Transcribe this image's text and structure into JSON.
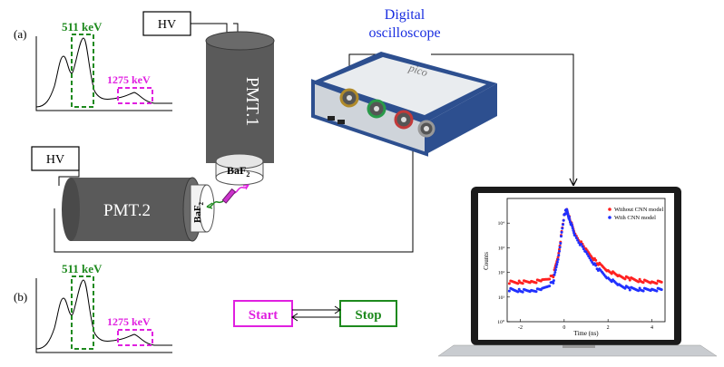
{
  "panels": {
    "a": {
      "label": "(a)",
      "peak1": "511 keV",
      "peak2": "1275 keV"
    },
    "b": {
      "label": "(b)",
      "peak1": "511 keV",
      "peak2": "1275 keV"
    }
  },
  "hv_top": "HV",
  "hv_left": "HV",
  "pmt1": "PMT.1",
  "pmt2": "PMT.2",
  "crystal": {
    "base": "BaF",
    "sub": "2"
  },
  "oscilloscope": {
    "line1": "Digital",
    "line2": "oscilloscope",
    "brand": "pico"
  },
  "start_label": "Start",
  "stop_label": "Stop",
  "colors": {
    "green": "#1e8a1e",
    "magenta": "#e020e0",
    "blue": "#1a2ee0",
    "pmt": "#5a5a5a"
  },
  "chart_data": {
    "type": "scatter",
    "title": "",
    "xlabel": "Time (ns)",
    "ylabel": "Counts",
    "xlim": [
      -2.6,
      4.6
    ],
    "y_scale": "log",
    "ylim": [
      1,
      100000
    ],
    "x_ticks": [
      "-2",
      "0",
      "2",
      "4"
    ],
    "y_ticks": [
      "10⁰",
      "10¹",
      "10²",
      "10³",
      "10⁴"
    ],
    "legend_position": "top-right",
    "series": [
      {
        "name": "Without CNN model",
        "color": "#ff2020",
        "x": [
          -2.5,
          -2,
          -1.5,
          -1,
          -0.5,
          -0.25,
          0,
          0.1,
          0.25,
          0.5,
          1,
          1.5,
          2,
          2.5,
          3,
          3.5,
          4,
          4.5
        ],
        "y": [
          40,
          40,
          42,
          45,
          70,
          600,
          20000,
          35000,
          15000,
          3500,
          800,
          250,
          120,
          70,
          55,
          45,
          40,
          40
        ]
      },
      {
        "name": "With CNN model",
        "color": "#2030ff",
        "x": [
          -2.5,
          -2,
          -1.5,
          -1,
          -0.5,
          -0.25,
          0,
          0.1,
          0.25,
          0.5,
          1,
          1.5,
          2,
          2.5,
          3,
          3.5,
          4,
          4.5
        ],
        "y": [
          20,
          18,
          18,
          20,
          40,
          500,
          20000,
          35000,
          14000,
          3000,
          600,
          150,
          60,
          30,
          22,
          20,
          20,
          20
        ]
      }
    ]
  }
}
